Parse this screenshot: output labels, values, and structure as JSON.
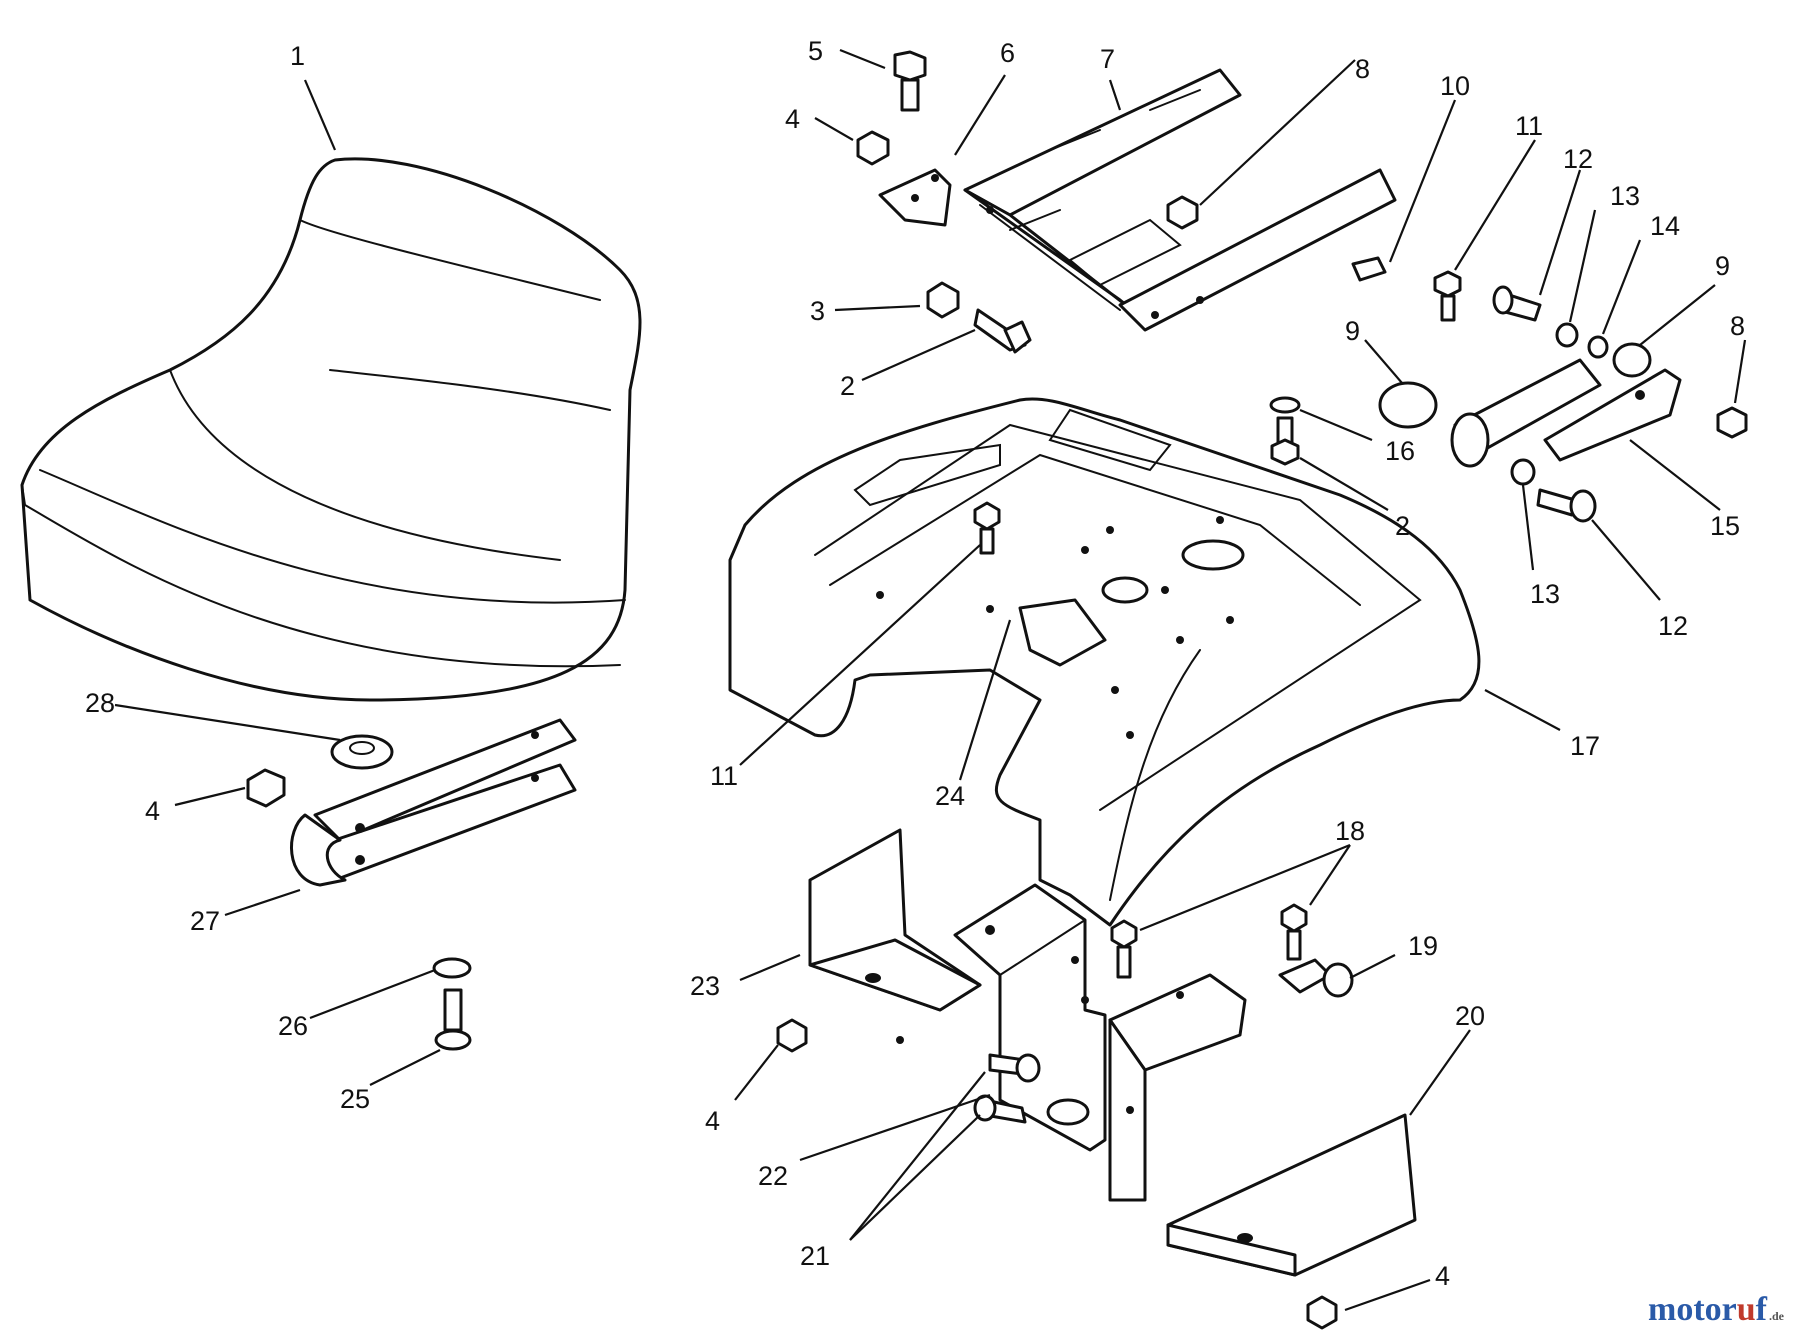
{
  "diagram": {
    "callouts": [
      "1",
      "2",
      "3",
      "4",
      "5",
      "6",
      "7",
      "8",
      "9",
      "10",
      "11",
      "12",
      "13",
      "14",
      "15",
      "16",
      "17",
      "18",
      "19",
      "20",
      "21",
      "22",
      "23",
      "24",
      "25",
      "26",
      "27",
      "28"
    ]
  },
  "watermark": {
    "brand_a": "motor",
    "brand_b": "u",
    "brand_c": "f",
    "tld": ".de"
  },
  "colors": {
    "ink": "#111111",
    "brand_blue": "#2a5aa8",
    "brand_red": "#c03a2b"
  }
}
